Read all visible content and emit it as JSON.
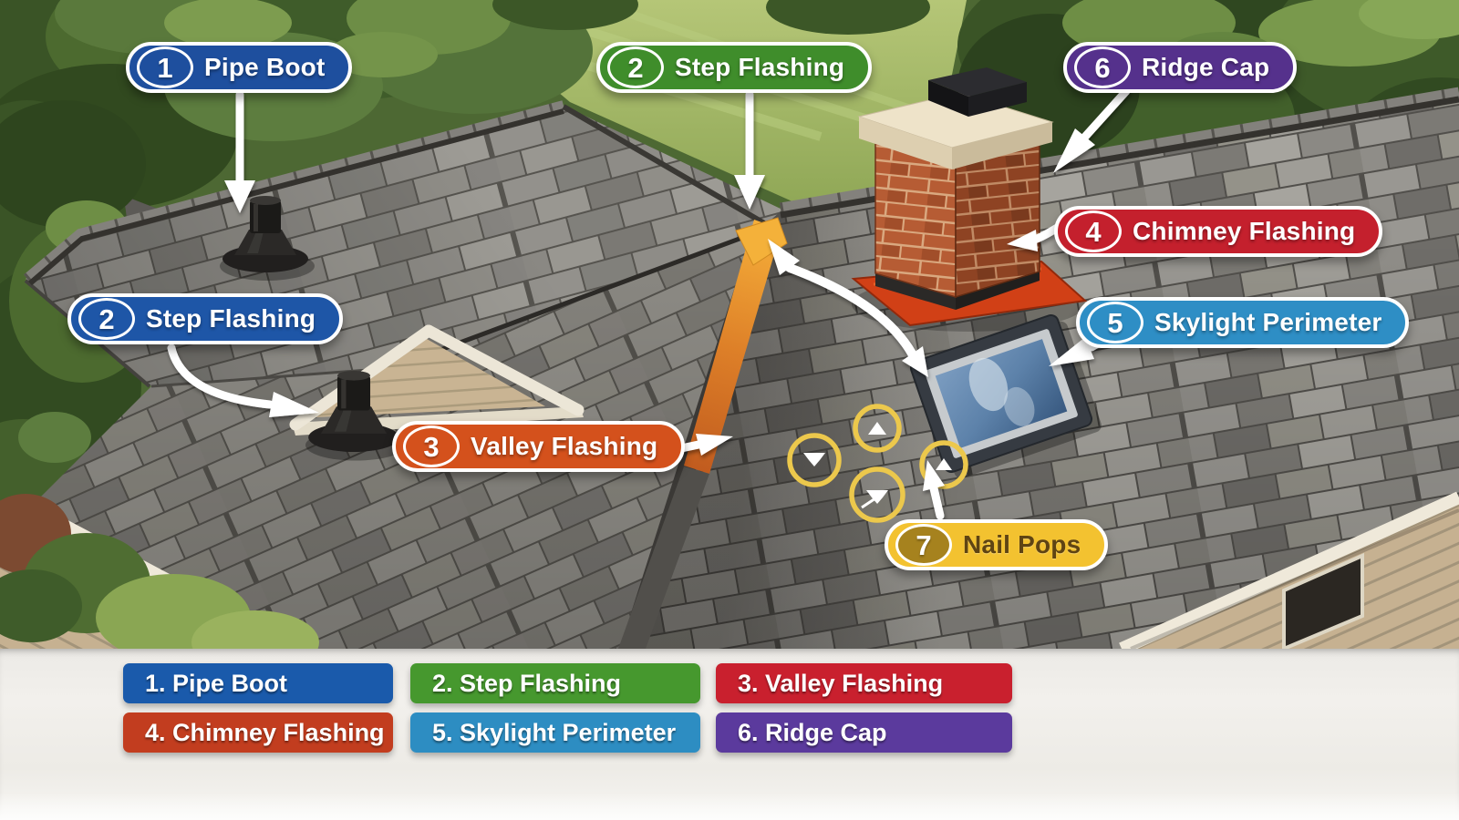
{
  "callouts": [
    {
      "id": "pipe-boot",
      "number": "1",
      "label": "Pipe Boot",
      "color": "#1e4f9e"
    },
    {
      "id": "step-flashing-top",
      "number": "2",
      "label": "Step Flashing",
      "color": "#3f8d2b"
    },
    {
      "id": "valley-flashing",
      "number": "3",
      "label": "Valley Flashing",
      "color": "#d4511c"
    },
    {
      "id": "chimney-flashing",
      "number": "4",
      "label": "Chimney Flashing",
      "color": "#c4202d"
    },
    {
      "id": "skylight-perimeter",
      "number": "5",
      "label": "Skylight Perimeter",
      "color": "#2e8ec5"
    },
    {
      "id": "ridge-cap",
      "number": "6",
      "label": "Ridge Cap",
      "color": "#55318c"
    },
    {
      "id": "step-flashing-left",
      "number": "2",
      "label": "Step Flashing",
      "color": "#1e56a7"
    },
    {
      "id": "nail-pops",
      "number": "7",
      "label": "Nail Pops",
      "color": "#f3c230",
      "text_color": "#5f4413",
      "badge_color": "#a6821e"
    }
  ],
  "legend": [
    {
      "text": "1. Pipe Boot",
      "color": "#1a5aab"
    },
    {
      "text": "2. Step Flashing",
      "color": "#46982e"
    },
    {
      "text": "3. Valley Flashing",
      "color": "#c9202e"
    },
    {
      "text": "4. Chimney Flashing",
      "color": "#c23d1f"
    },
    {
      "text": "5. Skylight Perimeter",
      "color": "#2d8dc2"
    },
    {
      "text": "6. Ridge Cap",
      "color": "#5b3a9d"
    }
  ],
  "scene": {
    "nail_pop_count": 4,
    "colors": {
      "valley_flashing_orange": "#dd7f28",
      "chimney_flashing_red": "#d14016",
      "nail_pop_ring_yellow": "#ecc84c",
      "roof_shingle_gray": "#8a8884",
      "arrow_white": "#ffffff"
    }
  }
}
